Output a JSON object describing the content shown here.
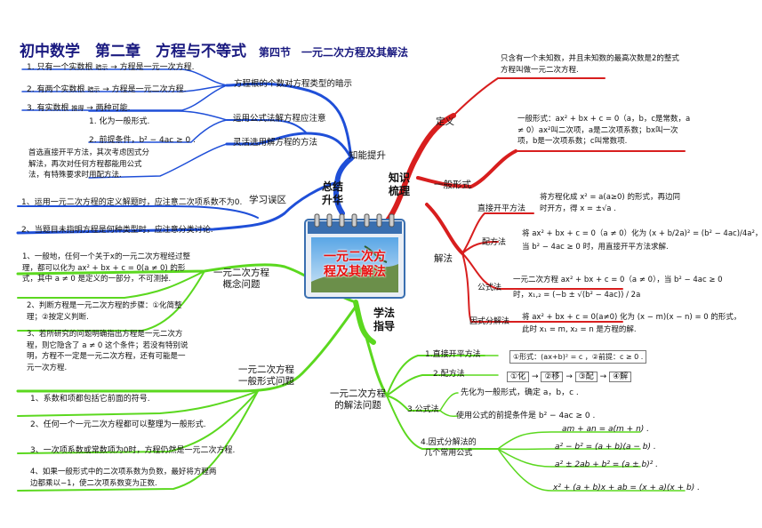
{
  "header": {
    "title": "初中数学　第二章　方程与不等式",
    "subtitle": "第四节　一元二次方程及其解法"
  },
  "center": {
    "title_line1": "一元二次方",
    "title_line2": "程及其解法"
  },
  "quadrants": {
    "knowledge": "知识\n梳理",
    "summary": "总结\n升华",
    "method": "学法\n指导"
  },
  "knowledge": {
    "definition": {
      "label": "定义",
      "text": "只含有一个未知数，并且未知数的最高次数是2的整式方程叫做一元二次方程."
    },
    "general_form": {
      "label": "一般形式",
      "text": "一般形式：ax² + bx + c = 0（a，b，c是常数，a ≠ 0）ax²叫二次项，a是二次项系数；bx叫一次项，b是一次项系数；c叫常数项."
    },
    "solutions": {
      "label": "解法",
      "direct_root": {
        "label": "直接开平方法",
        "text": "将方程化成 x² = a(a≥0) 的形式，再边同时开方，得 x = ±√a ."
      },
      "complete_square": {
        "label": "配方法",
        "text1": "将 ax² + bx + c = 0（a ≠ 0）化为 (x + b/2a)² = (b² − 4ac)/4a²，",
        "text2": "当 b² − 4ac ≥ 0 时，用直接开平方法求解."
      },
      "formula": {
        "label": "公式法",
        "text1": "一元二次方程 ax² + bx + c = 0（a ≠ 0），当 b² − 4ac ≥ 0",
        "text2": "时，x₁,₂ = (−b ± √(b² − 4ac)) / 2a"
      },
      "factor": {
        "label": "因式分解法",
        "text1": "将 ax² + bx + c = 0(a≠0) 化为 (x − m)(x − n) = 0 的形式，",
        "text2": "此时 x₁ = m, x₂ = n 是方程的解."
      }
    }
  },
  "summary": {
    "improve": "知能提升",
    "mistakes": "学习误区",
    "roots_hint": "方程根的个数对方程类型的暗示",
    "roots_items": [
      {
        "pre": "1. 只有一个实数根",
        "arrow": "暗示",
        "post": "方程是一元一次方程."
      },
      {
        "pre": "2. 有两个实数根",
        "arrow": "暗示",
        "post": "方程是一元二次方程."
      },
      {
        "pre": "3. 有实数根",
        "arrow": "推得",
        "post": "两种可能."
      }
    ],
    "formula_attention": "运用公式法解方程应注意",
    "formula_items": [
      "1. 化为一般形式.",
      "2. 前提条件，b² − 4ac ≥ 0 ."
    ],
    "flexible": "灵活选用解方程的方法",
    "flexible_text": "首选直接开平方法，其次考虑因式分解法，再次对任何方程都能用公式法，有特殊要求时用配方法.",
    "mistake_items": [
      "1、运用一元二次方程的定义解题时，应注意二次项系数不为0.",
      "2、当题目未指明方程是何种类型时，应注意分类讨论."
    ]
  },
  "method": {
    "concept": {
      "label": "一元二次方程\n概念问题",
      "items": [
        "1、一般地，任何一个关于x的一元二次方程经过整理，都可以化为 ax² + bx + c = 0(a ≠ 0) 的形式，其中 a ≠ 0 是定义的一部分，不可测掉.",
        "2、判断方程是一元二次方程的步骤：①化简整理；②按定义判断.",
        "3、若所研究的问题明确指出方程是一元二次方程，则它隐含了 a ≠ 0 这个条件；若没有特别说明，方程不一定是一元二次方程，还有可能是一元一次方程."
      ]
    },
    "general": {
      "label": "一元二次方程\n一般形式问题",
      "items": [
        "1、系数和项都包括它前面的符号.",
        "2、任何一个一元二次方程都可以整理为一般形式.",
        "3、一次项系数或常数项为0时，方程仍然是一元二次方程.",
        "4、如果一般形式中的二次项系数为负数，最好将方程两边都乘以−1，使二次项系数变为正数."
      ]
    },
    "solving": {
      "label": "一元二次方程\n的解法问题",
      "direct": {
        "label": "1.直接开平方法",
        "text": "①形式：(ax+b)² = c ，②前提：c ≥ 0 ."
      },
      "square": {
        "label": "2.配方法",
        "steps": [
          "①化",
          "②移",
          "③配",
          "④解"
        ]
      },
      "formula": {
        "label": "3.公式法",
        "text1": "先化为一般形式，确定 a，b，c .",
        "text2": "使用公式的前提条件是 b² − 4ac ≥ 0 ."
      },
      "factor": {
        "label": "4.因式分解法的\n几个常用公式",
        "formulas": [
          "am + an = a(m + n) .",
          "a² − b² = (a + b)(a − b) .",
          "a² ± 2ab + b² = (a ± b)² .",
          "x² + (a + b)x + ab = (x + a)(x + b) ."
        ]
      }
    }
  },
  "colors": {
    "red": "#d81e1e",
    "blue": "#1f4fd8",
    "green": "#5bd81f",
    "navy": "#1a1a80"
  }
}
